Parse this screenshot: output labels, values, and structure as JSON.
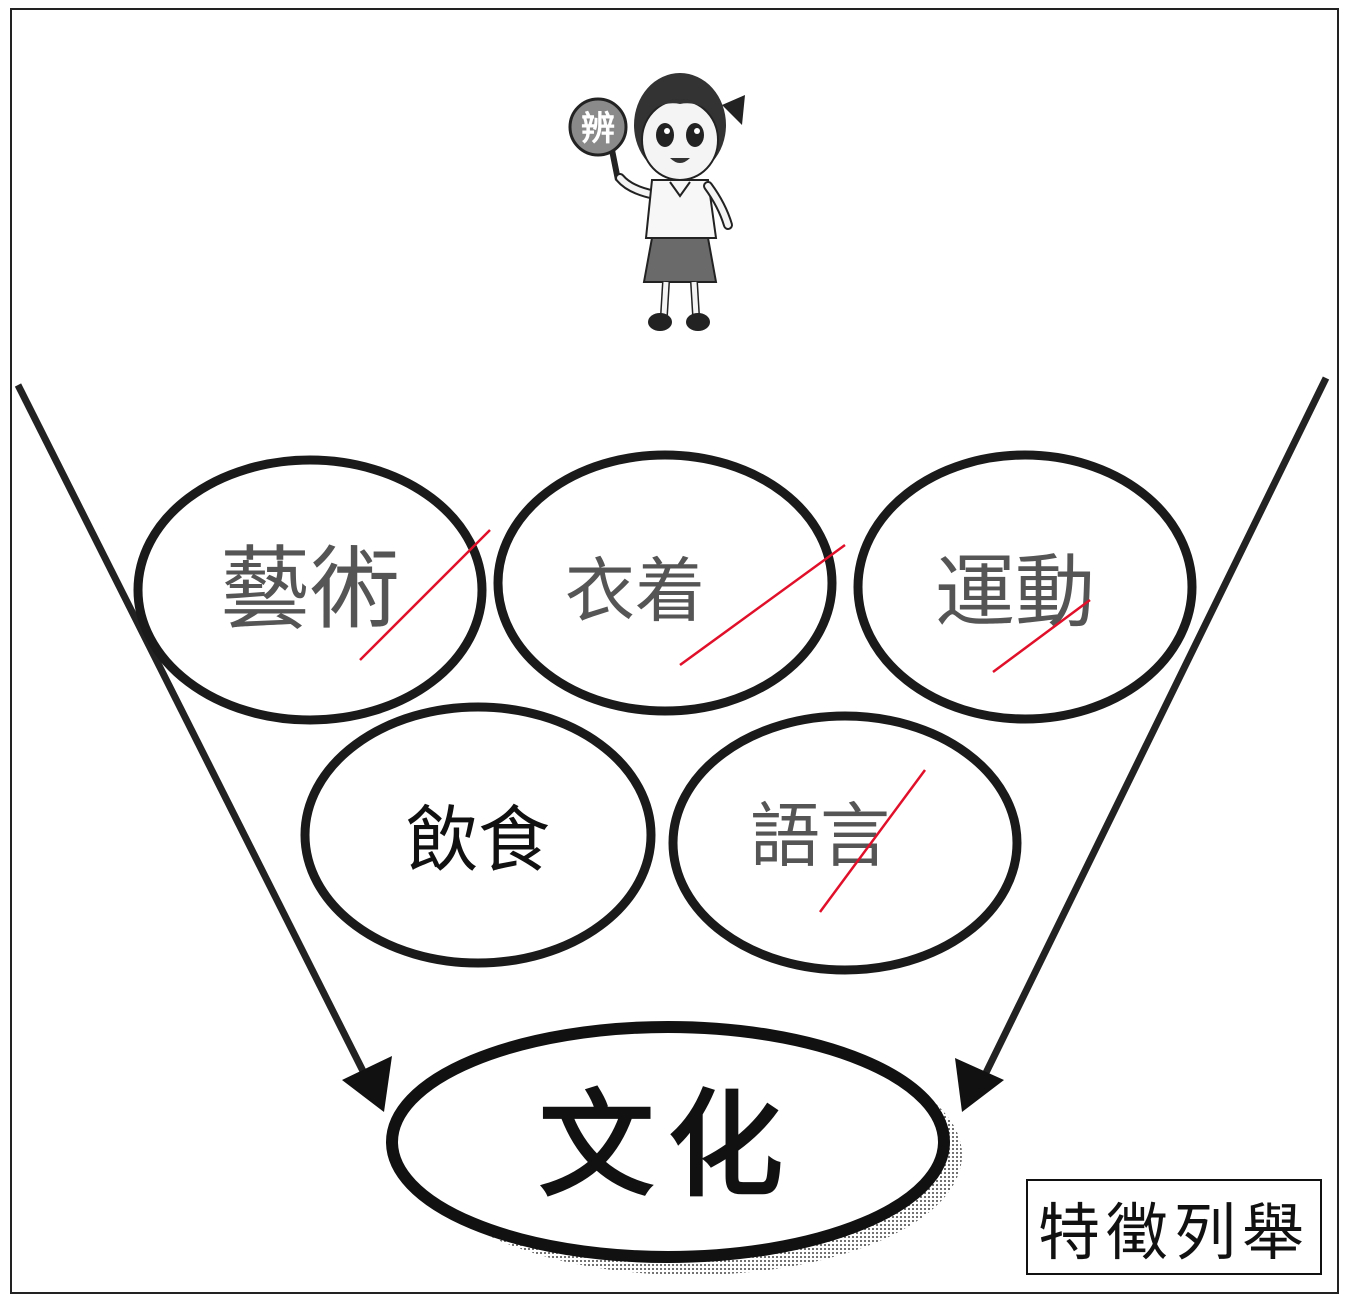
{
  "mascot": {
    "badge_text": "辨"
  },
  "circles": [
    {
      "id": "arts",
      "text": "藝術"
    },
    {
      "id": "clothing",
      "text": "衣着"
    },
    {
      "id": "sports",
      "text": "運動"
    },
    {
      "id": "food",
      "text": "飲食"
    },
    {
      "id": "language",
      "text": "語言"
    }
  ],
  "center": {
    "text": "文化"
  },
  "corner_label": {
    "text": "特徵列舉"
  },
  "colors": {
    "ink": "#111111",
    "pencil": "#555555",
    "red_mark": "#e0102a"
  }
}
